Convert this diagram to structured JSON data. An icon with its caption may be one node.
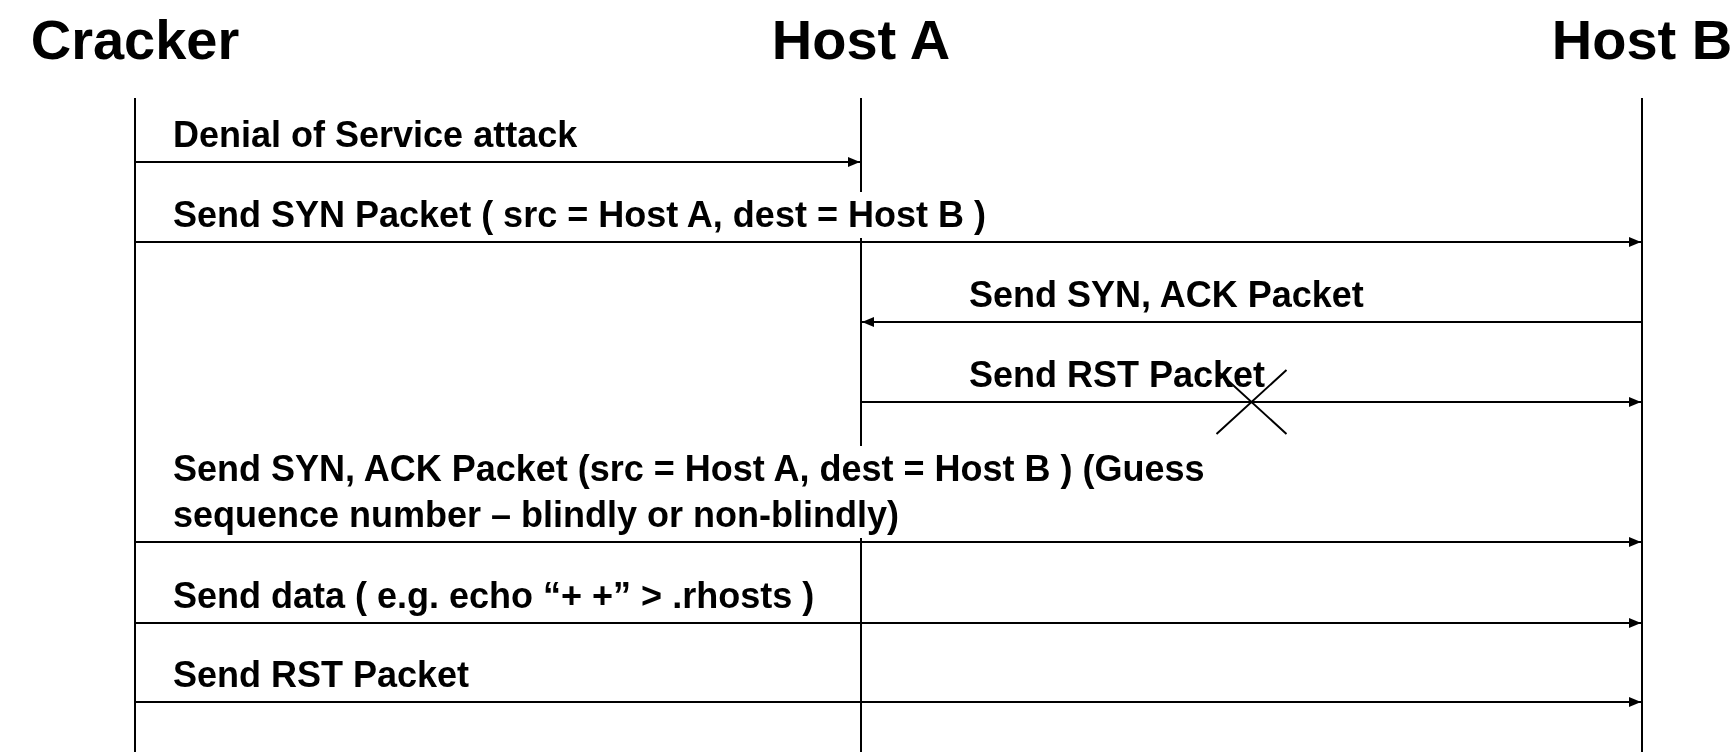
{
  "diagram": {
    "nodes": [
      {
        "text": [
          "Cracker"
        ]
      },
      {
        "text": [
          "Host A"
        ]
      },
      {
        "text": [
          "Host B"
        ]
      }
    ],
    "edges": [
      {
        "from": 0,
        "to": 1,
        "arrow": "to",
        "label": "Denial of Service attack"
      },
      {
        "from": 0,
        "to": 2,
        "arrow": "to",
        "label": "Send SYN Packet ( src = Host A, dest = Host B )"
      },
      {
        "from": 2,
        "to": 1,
        "arrow": "to",
        "label": "Send SYN, ACK Packet"
      },
      {
        "from": 1,
        "to": 2,
        "arrow": "to",
        "label": "Send RST Packet"
      },
      {
        "from": 0,
        "to": 2,
        "arrow": "to",
        "label": "Send SYN, ACK Packet (src = Host A, dest = Host B ) (Guess sequence number – blindly or non-blindly)"
      },
      {
        "from": 0,
        "to": 2,
        "arrow": "to",
        "label": "Send data ( e.g. echo “+ +” > .rhosts )"
      },
      {
        "from": 0,
        "to": 2,
        "arrow": "to",
        "label": "Send RST Packet"
      }
    ]
  }
}
